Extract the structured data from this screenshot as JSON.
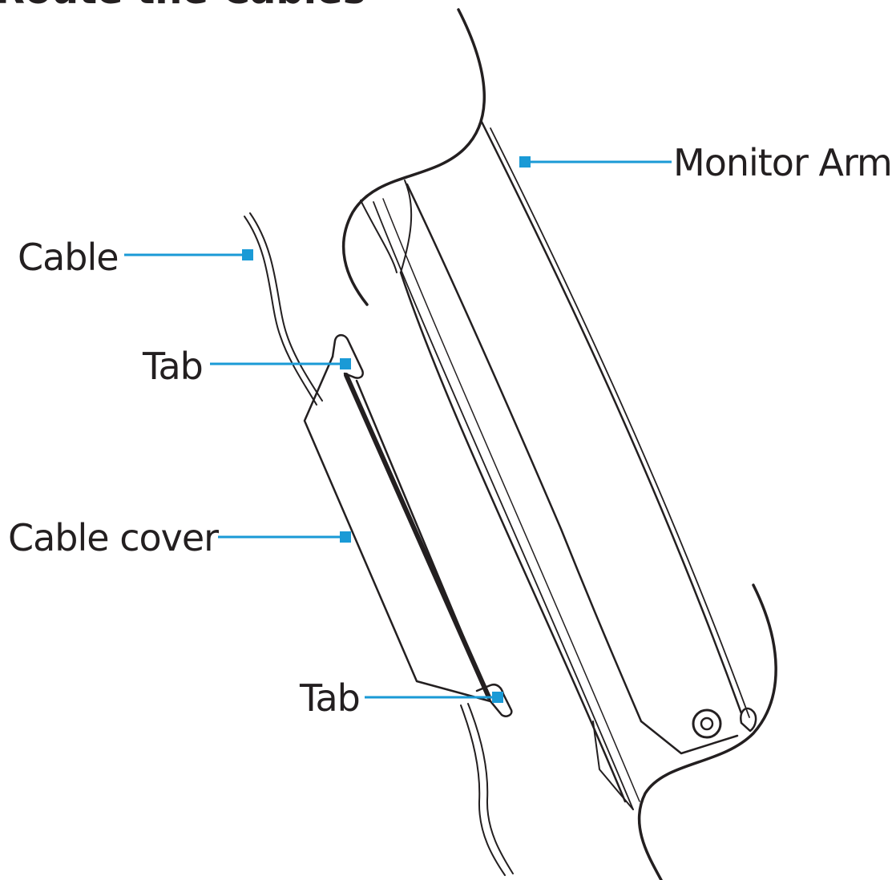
{
  "title": "Route the Cables",
  "labels": {
    "monitor_arm": "Monitor Arm",
    "cable": "Cable",
    "tab_top": "Tab",
    "cable_cover": "Cable cover",
    "tab_bottom": "Tab"
  },
  "colors": {
    "leader": "#1a9ad6",
    "line": "#231f20",
    "text": "#231f20"
  }
}
